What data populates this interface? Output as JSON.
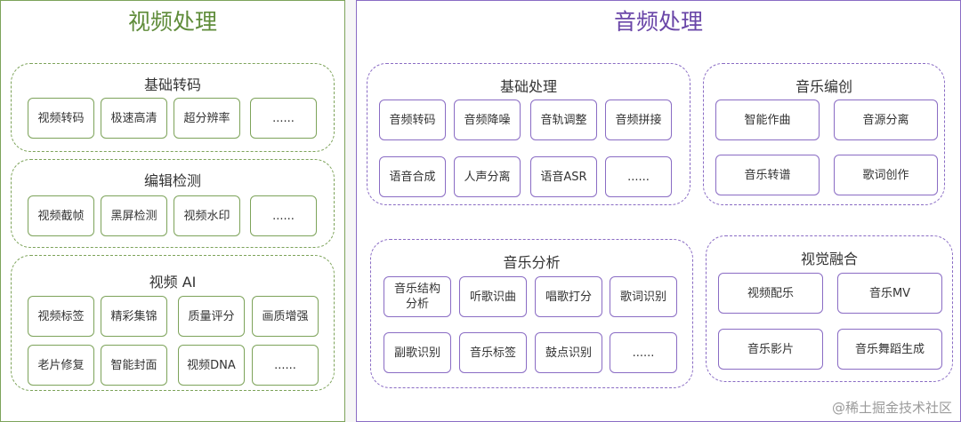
{
  "video": {
    "title": "视频处理",
    "groups": [
      {
        "title": "基础转码",
        "items": [
          "视频转码",
          "极速高清",
          "超分辨率",
          "......"
        ]
      },
      {
        "title": "编辑检测",
        "items": [
          "视频截帧",
          "黑屏检测",
          "视频水印",
          "......"
        ]
      },
      {
        "title": "视频 AI",
        "items": [
          "视频标签",
          "精彩集锦",
          "质量评分",
          "画质增强",
          "老片修复",
          "智能封面",
          "视频DNA",
          "......"
        ]
      }
    ]
  },
  "audio": {
    "title": "音频处理",
    "groups": [
      {
        "title": "基础处理",
        "items": [
          "音频转码",
          "音频降噪",
          "音轨调整",
          "音频拼接",
          "语音合成",
          "人声分离",
          "语音ASR",
          "......"
        ]
      },
      {
        "title": "音乐编创",
        "items": [
          "智能作曲",
          "音源分离",
          "音乐转谱",
          "歌词创作"
        ]
      },
      {
        "title": "音乐分析",
        "items": [
          "音乐结构\n分析",
          "听歌识曲",
          "唱歌打分",
          "歌词识别",
          "副歌识别",
          "音乐标签",
          "鼓点识别",
          "......"
        ]
      },
      {
        "title": "视觉融合",
        "items": [
          "视频配乐",
          "音乐MV",
          "音乐影片",
          "音乐舞蹈生成"
        ]
      }
    ]
  },
  "watermark": "@稀土掘金技术社区"
}
